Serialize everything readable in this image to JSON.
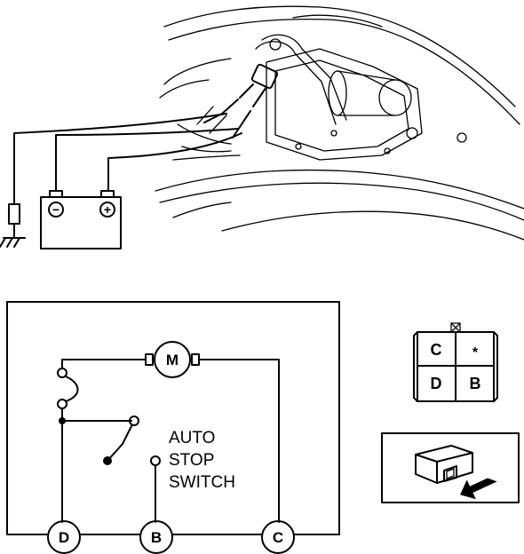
{
  "battery": {
    "negative_symbol": "−",
    "positive_symbol": "+"
  },
  "motor": {
    "label": "M"
  },
  "switch": {
    "label_line1": "AUTO",
    "label_line2": "STOP",
    "label_line3": "SWITCH"
  },
  "terminals": {
    "d": "D",
    "b": "B",
    "c": "C"
  },
  "connector": {
    "pin_c": "C",
    "pin_star": "*",
    "pin_d": "D",
    "pin_b": "B"
  },
  "icons": [
    "ground-icon",
    "fuse-icon",
    "battery-icon",
    "motor-icon",
    "connector-face-icon",
    "connector-view-icon",
    "arrow-icon",
    "lock-icon"
  ]
}
